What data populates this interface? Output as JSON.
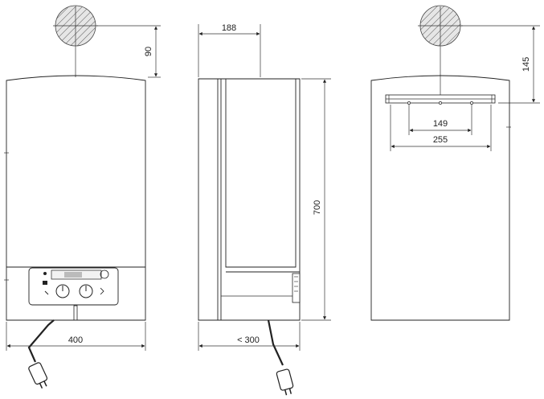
{
  "diagram": {
    "front_view": {
      "clearance_top": "90",
      "width": "400"
    },
    "side_view": {
      "depth_top": "188",
      "height": "700",
      "depth_bottom": "< 300"
    },
    "rear_view": {
      "clearance_top": "145",
      "bracket_inner": "149",
      "bracket_outer": "255"
    },
    "colors": {
      "line": "#222222",
      "hatch_fill": "#e6e6e6",
      "display": "#f2f2f2"
    }
  }
}
